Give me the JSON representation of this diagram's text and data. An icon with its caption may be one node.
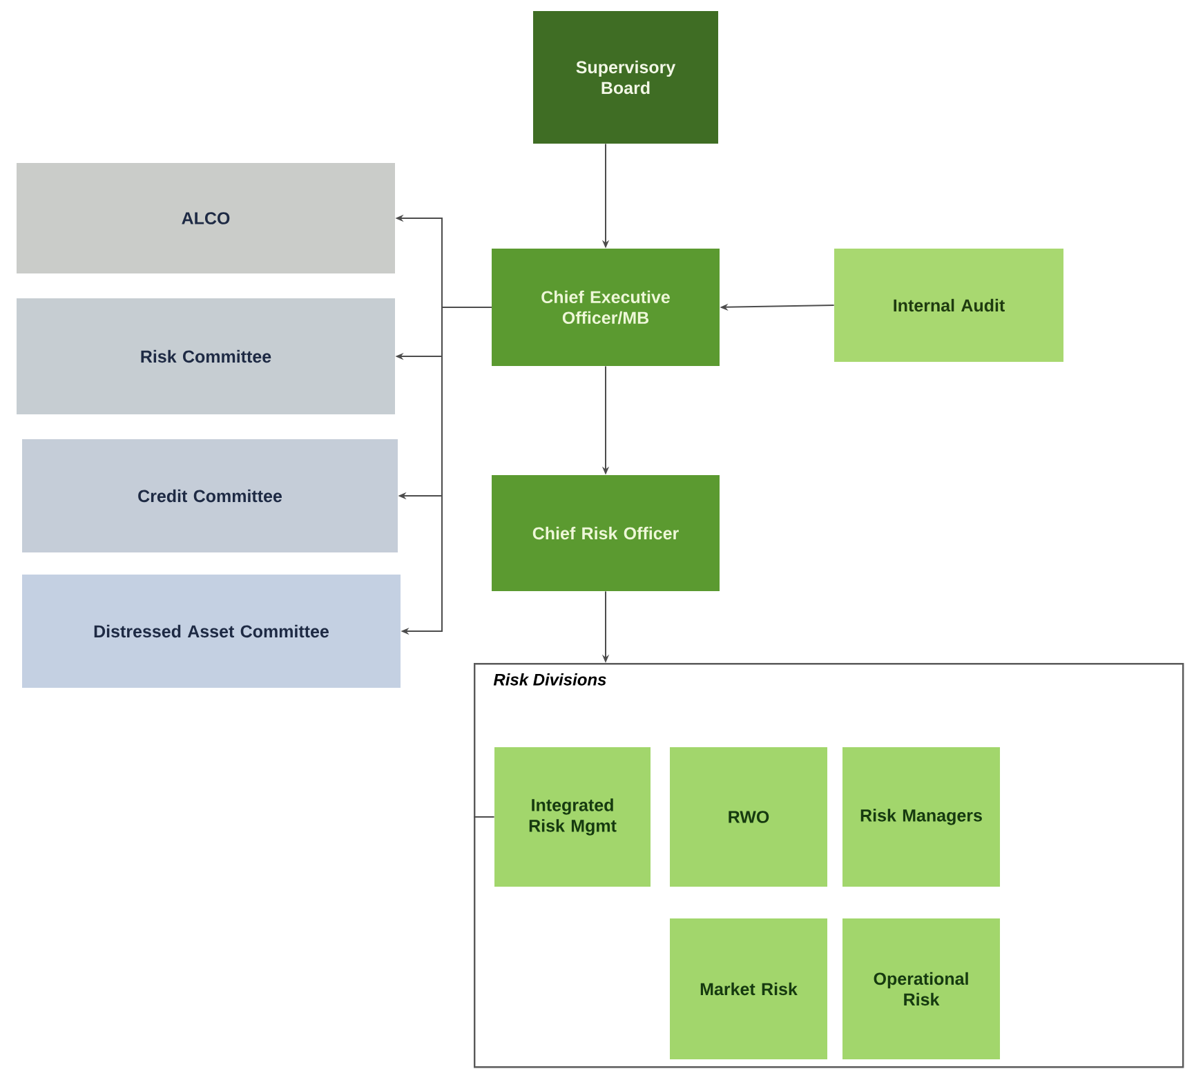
{
  "diagram": {
    "nodes": [
      {
        "text": [
          "Supervisory Board"
        ]
      },
      {
        "text": [
          "ALCO"
        ]
      },
      {
        "text": [
          "Risk Committee"
        ]
      },
      {
        "text": [
          "Credit Committee"
        ]
      },
      {
        "text": [
          "Distressed Asset Committee"
        ]
      },
      {
        "text": [
          "Chief Executive Officer/MB"
        ]
      },
      {
        "text": [
          "Internal Audit"
        ]
      },
      {
        "text": [
          "Chief Risk Officer"
        ]
      },
      {
        "text": [
          "Risk Divisions"
        ]
      },
      {
        "text": [
          "Integrated Risk Mgmt"
        ],
        "in": 8
      },
      {
        "text": [
          "RWO"
        ],
        "in": 8
      },
      {
        "text": [
          "Risk Managers"
        ],
        "in": 8
      },
      {
        "text": [
          "Market Risk"
        ],
        "in": 8
      },
      {
        "text": [
          "Operational Risk"
        ],
        "in": 8
      }
    ],
    "edges": [
      {
        "from": 0,
        "to": 5,
        "arrow": "to"
      },
      {
        "from": 5,
        "to": 1,
        "arrow": "to"
      },
      {
        "from": 5,
        "to": 2,
        "arrow": "to"
      },
      {
        "from": 5,
        "to": 3,
        "arrow": "to"
      },
      {
        "from": 5,
        "to": 4,
        "arrow": "to"
      },
      {
        "from": 6,
        "to": 5,
        "arrow": "to"
      },
      {
        "from": 5,
        "to": 7,
        "arrow": "to"
      },
      {
        "from": 7,
        "to": 8,
        "arrow": "to"
      },
      {
        "from": 8,
        "to": 9,
        "arrow": "none"
      }
    ]
  }
}
